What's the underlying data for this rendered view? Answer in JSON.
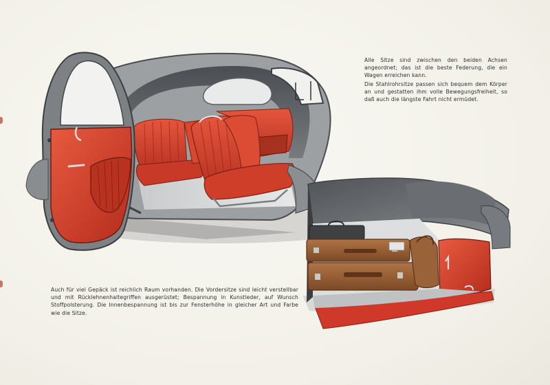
{
  "captions": {
    "top": {
      "paragraph_1": "Alle Sitze sind zwischen den beiden Achsen angeordnet; das ist die beste Federung, die ein Wagen erreichen kann.",
      "paragraph_2": "Die Stahlrohrsitze passen sich bequem dem Körper an und gestatten ihm volle Bewegungsfreiheit, so daß auch die längste Fahrt nicht ermüdet."
    },
    "bottom": {
      "paragraph": "Auch für viel Gepäck ist reichlich Raum vorhanden. Die Vordersitze sind leicht verstellbar und mit Rücklehnenhaltegriffen ausgerüstet; Bespannung in Kunstleder, auf Wunsch Stoffpolsterung. Die Innenbespannung ist bis zur Fensterhöhe in gleicher Art und Farbe wie die Sitze."
    }
  },
  "illustrations": {
    "cabin": {
      "icon": "car-interior-cutaway-illustration"
    },
    "trunk": {
      "icon": "luggage-compartment-illustration"
    }
  },
  "colors": {
    "upholstery_red": "#d8432c",
    "body_grey": "#8f9295",
    "paper": "#f4f2ec",
    "leather_brown": "#9a6238"
  }
}
